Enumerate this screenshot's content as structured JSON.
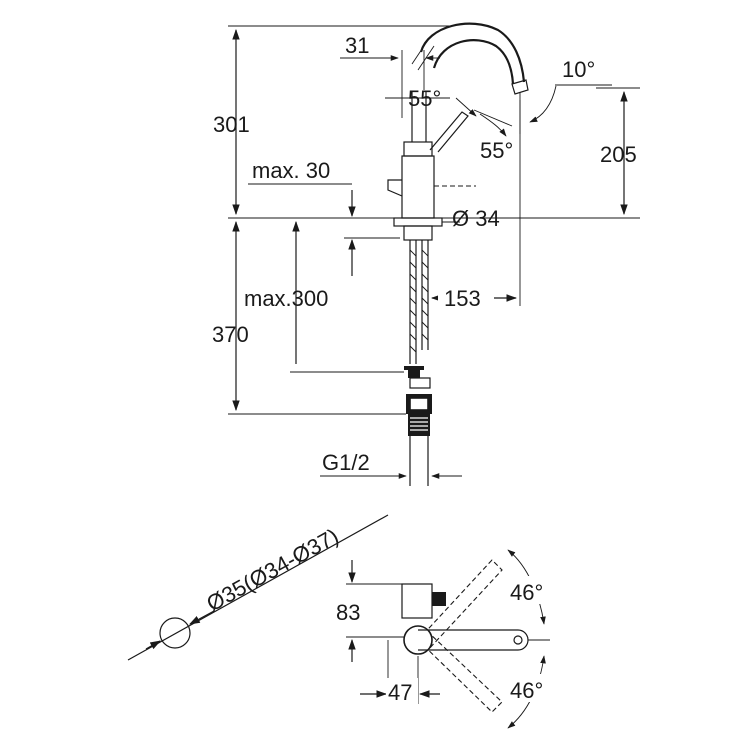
{
  "dimensions": {
    "height_total": "301",
    "spout_width": "31",
    "angle_top": "55°",
    "angle_tip": "10°",
    "angle_mid": "55°",
    "height_outlet": "205",
    "max_thickness": "max. 30",
    "base_diameter": "Ø 34",
    "max_length": "max.300",
    "reach": "153",
    "hose_length": "370",
    "thread": "G1/2",
    "hole_diameter": "Ø35(Ø34-Ø37)",
    "top_depth": "83",
    "top_offset": "47",
    "swivel_upper": "46°",
    "swivel_lower": "46°"
  }
}
